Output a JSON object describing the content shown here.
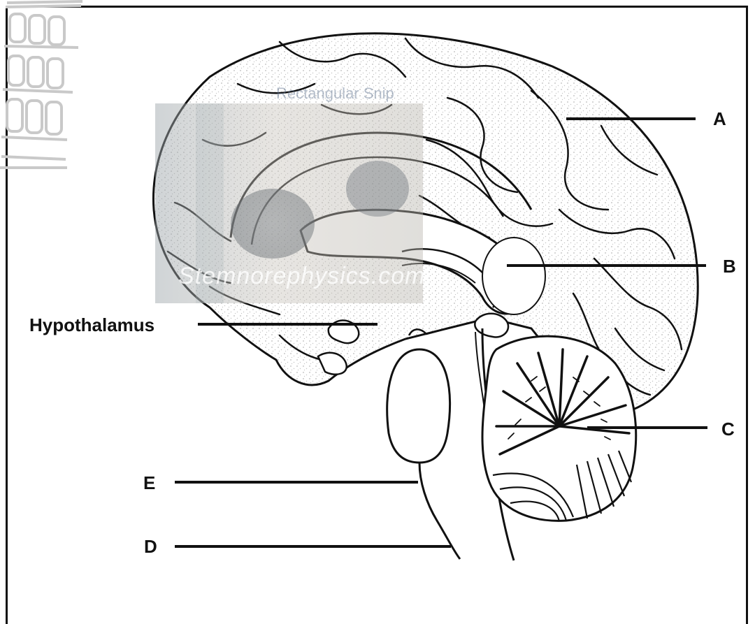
{
  "diagram": {
    "labels": {
      "a": "A",
      "b": "B",
      "c": "C",
      "d": "D",
      "e": "E",
      "hypothalamus": "Hypothalamus"
    }
  },
  "overlay": {
    "watermark_text": "Stemnorephysics.com",
    "snip_text": "Rectangular Snip"
  },
  "colors": {
    "line": "#111111",
    "overlay_tint": "#7f8a93",
    "logo": "#c9c9c9"
  }
}
